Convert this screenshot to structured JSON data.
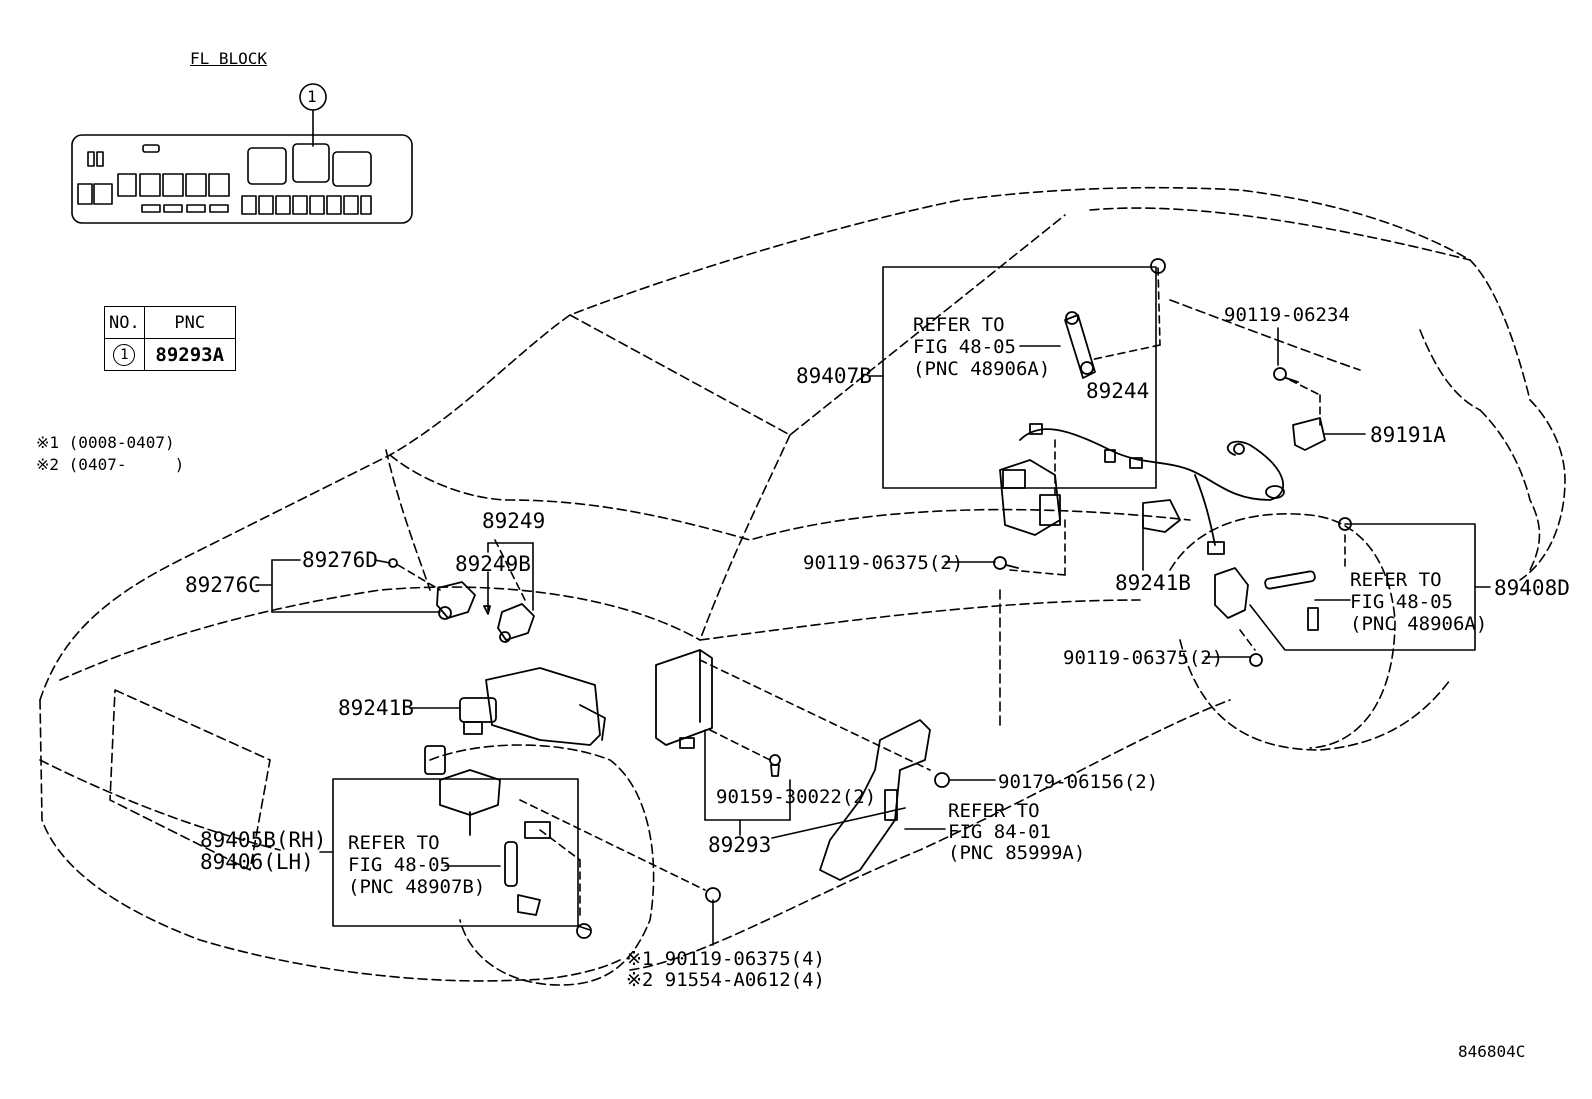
{
  "fl_block": {
    "title": "FL BLOCK",
    "callout": "1"
  },
  "pnc_table": {
    "headers": [
      "NO.",
      "PNC"
    ],
    "rows": [
      {
        "no": "1",
        "pnc": "89293A"
      }
    ]
  },
  "notes": [
    "※1 (0008-0407)",
    "※2 (0407-     )"
  ],
  "parts": {
    "p89249": "89249",
    "p89276D": "89276D",
    "p89249B": "89249B",
    "p89276C": "89276C",
    "p89241B_front": "89241B",
    "p89405B": "89405B(RH)",
    "p89406": "89406(LH)",
    "p89293": "89293",
    "p90159": "90159-30022(2)",
    "p90119_front1": "※1 90119-06375(4)",
    "p91554": "※2 91554-A0612(4)",
    "p89407B": "89407B",
    "p89244": "89244",
    "p90119_06234": "90119-06234",
    "p89191A": "89191A",
    "p90119_mid": "90119-06375(2)",
    "p89241B_rear": "89241B",
    "p89408D": "89408D",
    "p90119_rear": "90119-06375(2)",
    "p90179": "90179-06156(2)"
  },
  "refs": {
    "ref_front": [
      "REFER TO",
      "FIG 48-05",
      "(PNC 48907B)"
    ],
    "ref_top": [
      "REFER TO",
      "FIG 48-05",
      "(PNC 48906A)"
    ],
    "ref_rear": [
      "REFER TO",
      "FIG 48-05",
      "(PNC 48906A)"
    ],
    "ref_bracket": [
      "REFER TO",
      "FIG 84-01",
      "(PNC 85999A)"
    ]
  },
  "figure_id": "846804C"
}
